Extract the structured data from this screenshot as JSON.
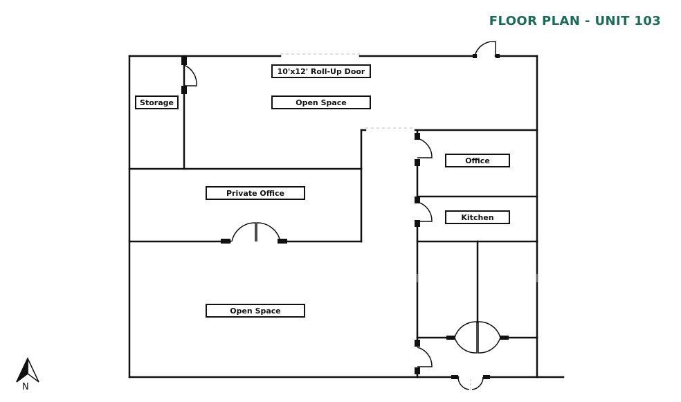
{
  "title": "FLOOR PLAN - UNIT 103",
  "rooms": {
    "roll_up_door": "10'x12' Roll-Up Door",
    "open_space_top": "Open Space",
    "storage": "Storage",
    "office": "Office",
    "private_office": "Private Office",
    "kitchen": "Kitchen",
    "open_space_bottom": "Open Space"
  },
  "compass": {
    "label": "N",
    "icon": "north-arrow-icon"
  },
  "colors": {
    "title": "#1a6b57",
    "walls": "#111111"
  }
}
